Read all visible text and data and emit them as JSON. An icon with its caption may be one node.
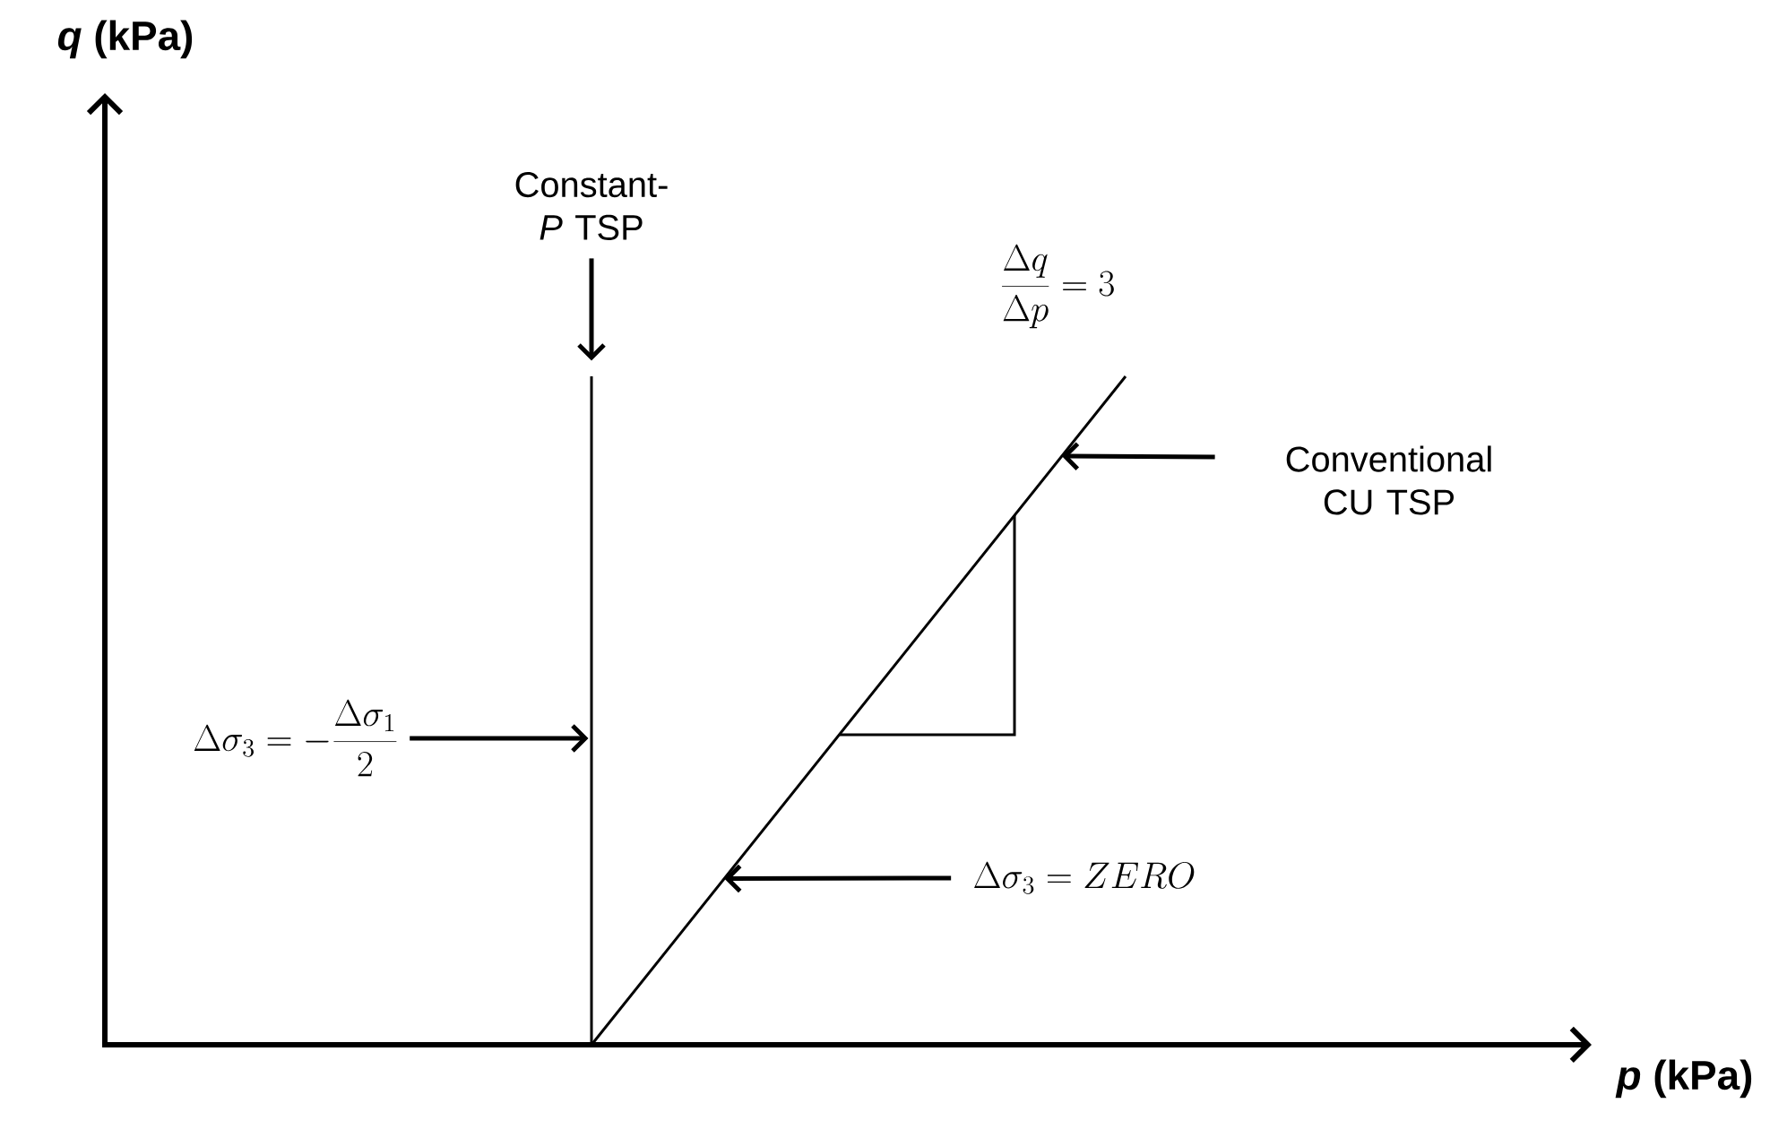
{
  "diagram": {
    "nodes": [
      {
        "text": [
          "Constant-*P* TSP"
        ]
      },
      {
        "text": [],
        "shape": "line"
      },
      {
        "text": [
          "\\Delta\\sigma_3 = -\\frac{\\Delta\\sigma_1}{2}"
        ]
      },
      {
        "text": [],
        "shape": "line"
      },
      {
        "text": [
          "Conventional CU TSP"
        ]
      },
      {
        "text": [
          "\\Delta\\sigma_3 = ZERO"
        ]
      }
    ],
    "edges": [
      {
        "from": 0,
        "to": 1,
        "arrow": "to"
      },
      {
        "from": 2,
        "to": 1,
        "arrow": "to"
      },
      {
        "from": 4,
        "to": 3,
        "arrow": "to"
      },
      {
        "from": 5,
        "to": 3,
        "arrow": "to"
      }
    ],
    "labels": [
      "*q* (kPa)",
      "*p* (kPa)",
      "\\frac{\\Delta q}{\\Delta p} = 3"
    ]
  }
}
